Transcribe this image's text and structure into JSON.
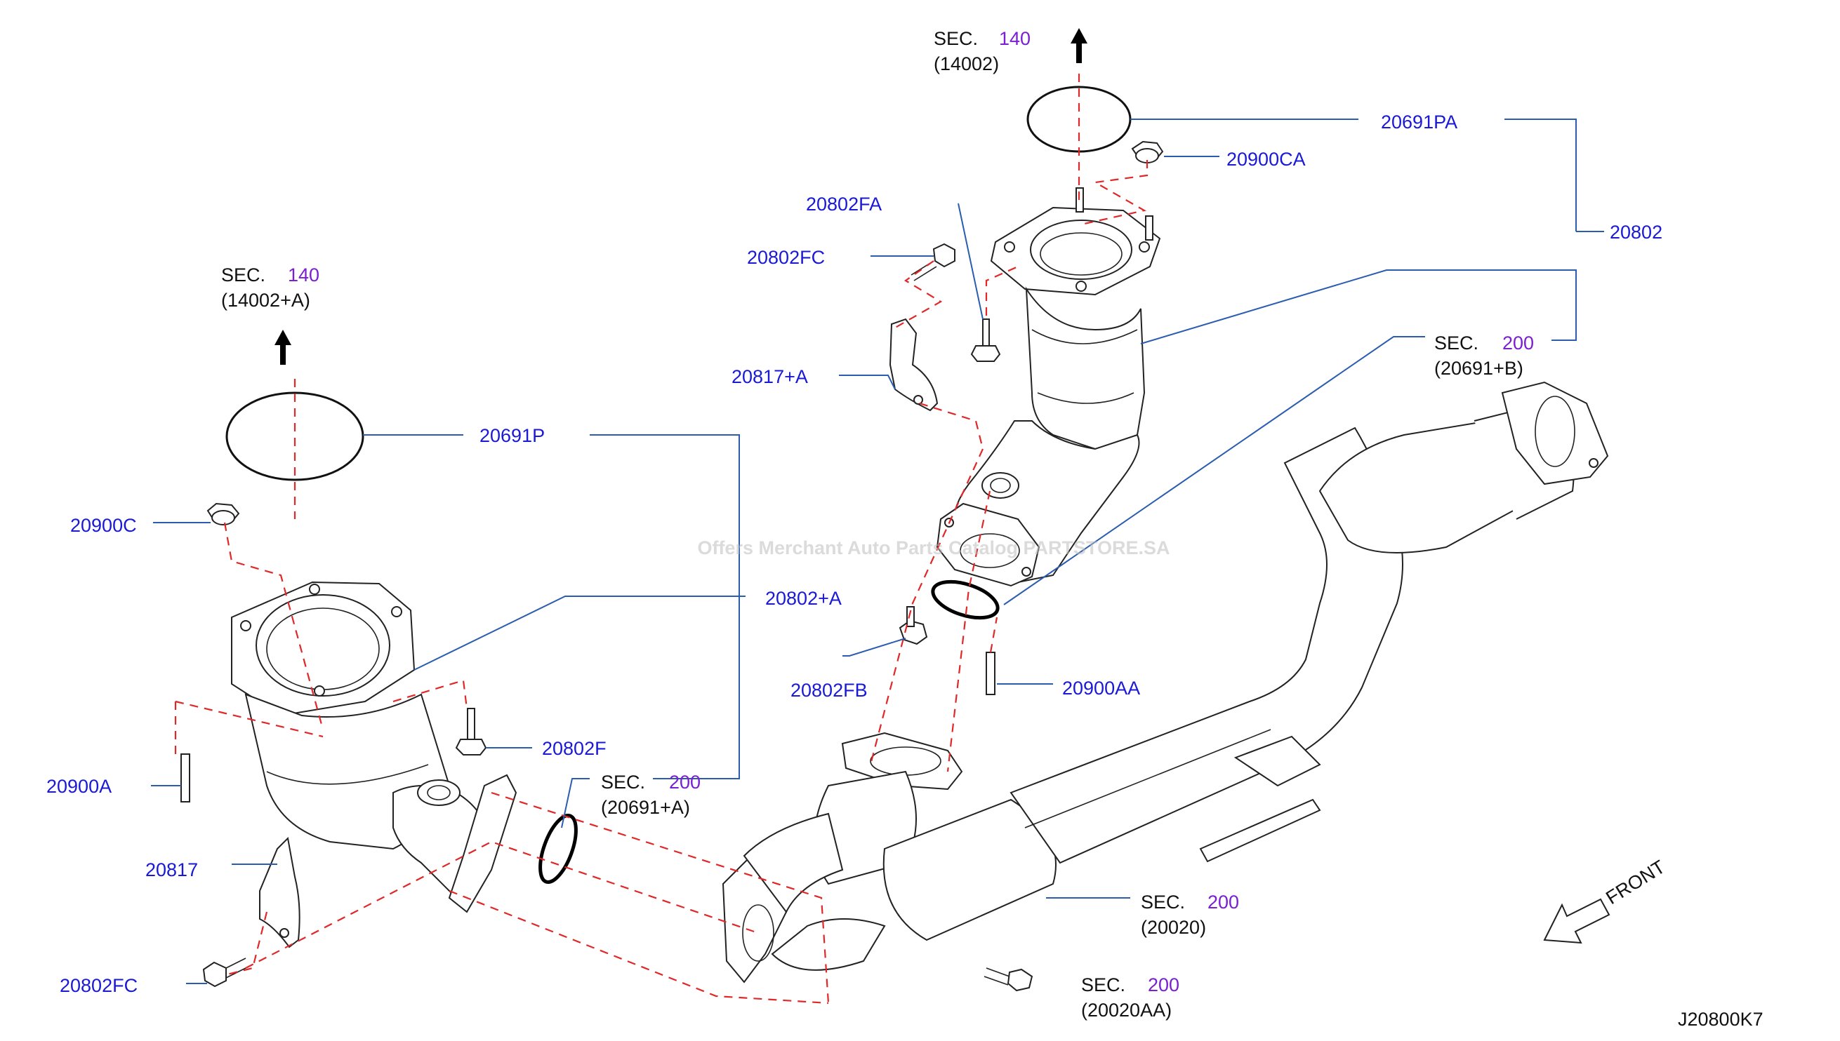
{
  "watermark": "Offers Merchant Auto Parts Catalog PARTSTORE.SA",
  "diagram_code": "J20800K7",
  "front_label": "FRONT",
  "part_labels": {
    "p20691PA": "20691PA",
    "p20900CA": "20900CA",
    "p20802FA": "20802FA",
    "p20802FC_top": "20802FC",
    "p20802": "20802",
    "p20817A": "20817+A",
    "p20691P": "20691P",
    "p20900C": "20900C",
    "p20802A": "20802+A",
    "p20802FB": "20802FB",
    "p20900AA": "20900AA",
    "p20802F": "20802F",
    "p20900A": "20900A",
    "p20817": "20817",
    "p20802FC_bottom": "20802FC"
  },
  "section_refs": [
    {
      "sec": "SEC.",
      "num": "140",
      "ref": "(14002)"
    },
    {
      "sec": "SEC.",
      "num": "140",
      "ref": "(14002+A)"
    },
    {
      "sec": "SEC.",
      "num": "200",
      "ref": "(20691+B)"
    },
    {
      "sec": "SEC.",
      "num": "200",
      "ref": "(20691+A)"
    },
    {
      "sec": "SEC.",
      "num": "200",
      "ref": "(20020)"
    },
    {
      "sec": "SEC.",
      "num": "200",
      "ref": "(20020AA)"
    }
  ],
  "colors": {
    "part_number": "#1a1ad6",
    "section_number": "#7a1fd1",
    "leader_line": "#2a5db0",
    "center_line": "#e02828"
  }
}
